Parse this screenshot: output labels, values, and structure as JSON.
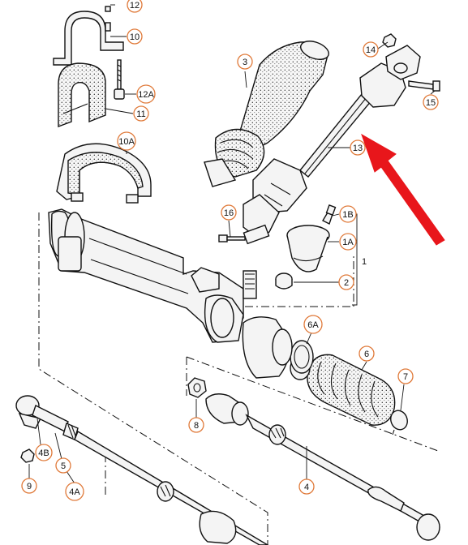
{
  "diagram": {
    "callouts": [
      {
        "id": "12",
        "text": "12"
      },
      {
        "id": "10",
        "text": "10"
      },
      {
        "id": "12A",
        "text": "12A"
      },
      {
        "id": "11",
        "text": "11"
      },
      {
        "id": "10A",
        "text": "10A"
      },
      {
        "id": "3",
        "text": "3"
      },
      {
        "id": "14",
        "text": "14"
      },
      {
        "id": "15",
        "text": "15"
      },
      {
        "id": "13",
        "text": "13"
      },
      {
        "id": "16",
        "text": "16"
      },
      {
        "id": "1B",
        "text": "1B"
      },
      {
        "id": "1A",
        "text": "1A"
      },
      {
        "id": "1",
        "text": "1"
      },
      {
        "id": "2",
        "text": "2"
      },
      {
        "id": "6A",
        "text": "6A"
      },
      {
        "id": "6",
        "text": "6"
      },
      {
        "id": "7",
        "text": "7"
      },
      {
        "id": "8",
        "text": "8"
      },
      {
        "id": "4B",
        "text": "4B"
      },
      {
        "id": "5",
        "text": "5"
      },
      {
        "id": "9",
        "text": "9"
      },
      {
        "id": "4A",
        "text": "4A"
      },
      {
        "id": "4",
        "text": "4"
      }
    ],
    "colors": {
      "callout_ring": "#e07a3a",
      "arrow": "#e8161b",
      "line": "#111111"
    }
  }
}
